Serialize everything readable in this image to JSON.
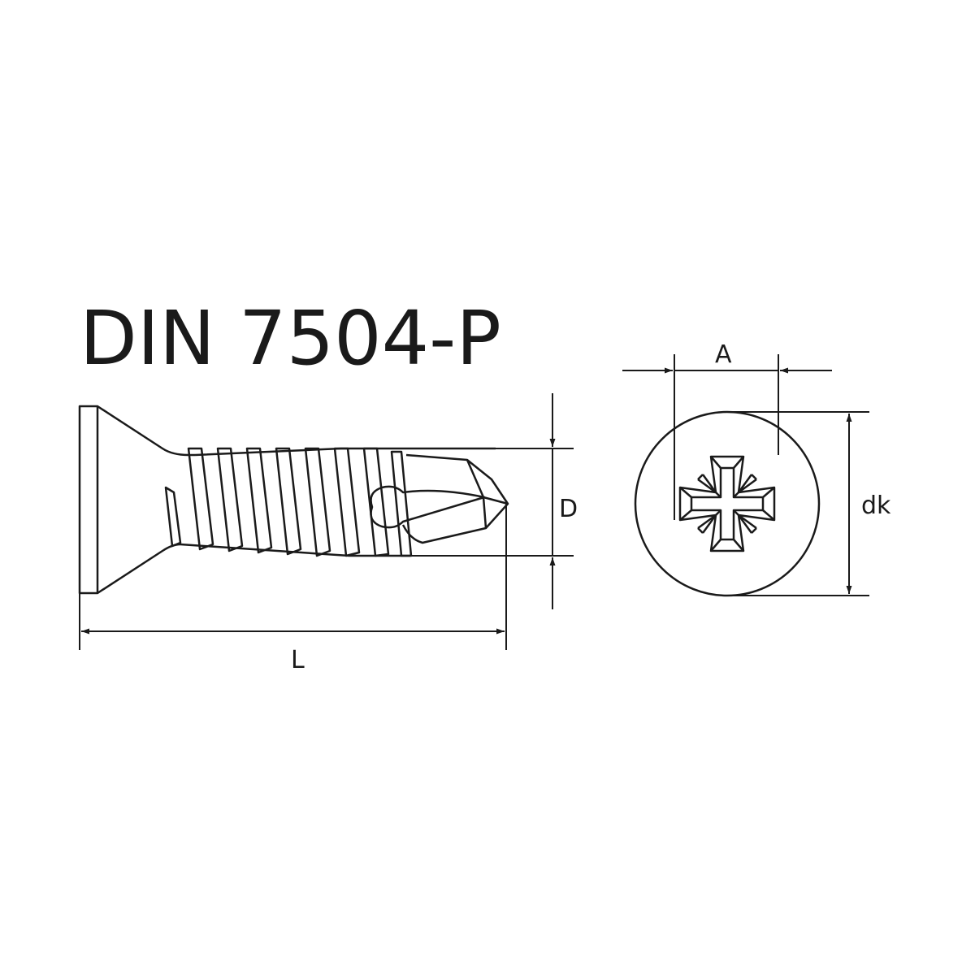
{
  "title": "DIN 7504-P",
  "labels": {
    "length": "L",
    "thread_diameter": "D",
    "recess_width": "A",
    "head_diameter": "dk"
  },
  "colors": {
    "stroke": "#1a1a1a",
    "background": "#ffffff"
  },
  "icons": {
    "side_view": "self-drilling-screw-side-view",
    "top_view": "phillips-recess-head-view"
  }
}
